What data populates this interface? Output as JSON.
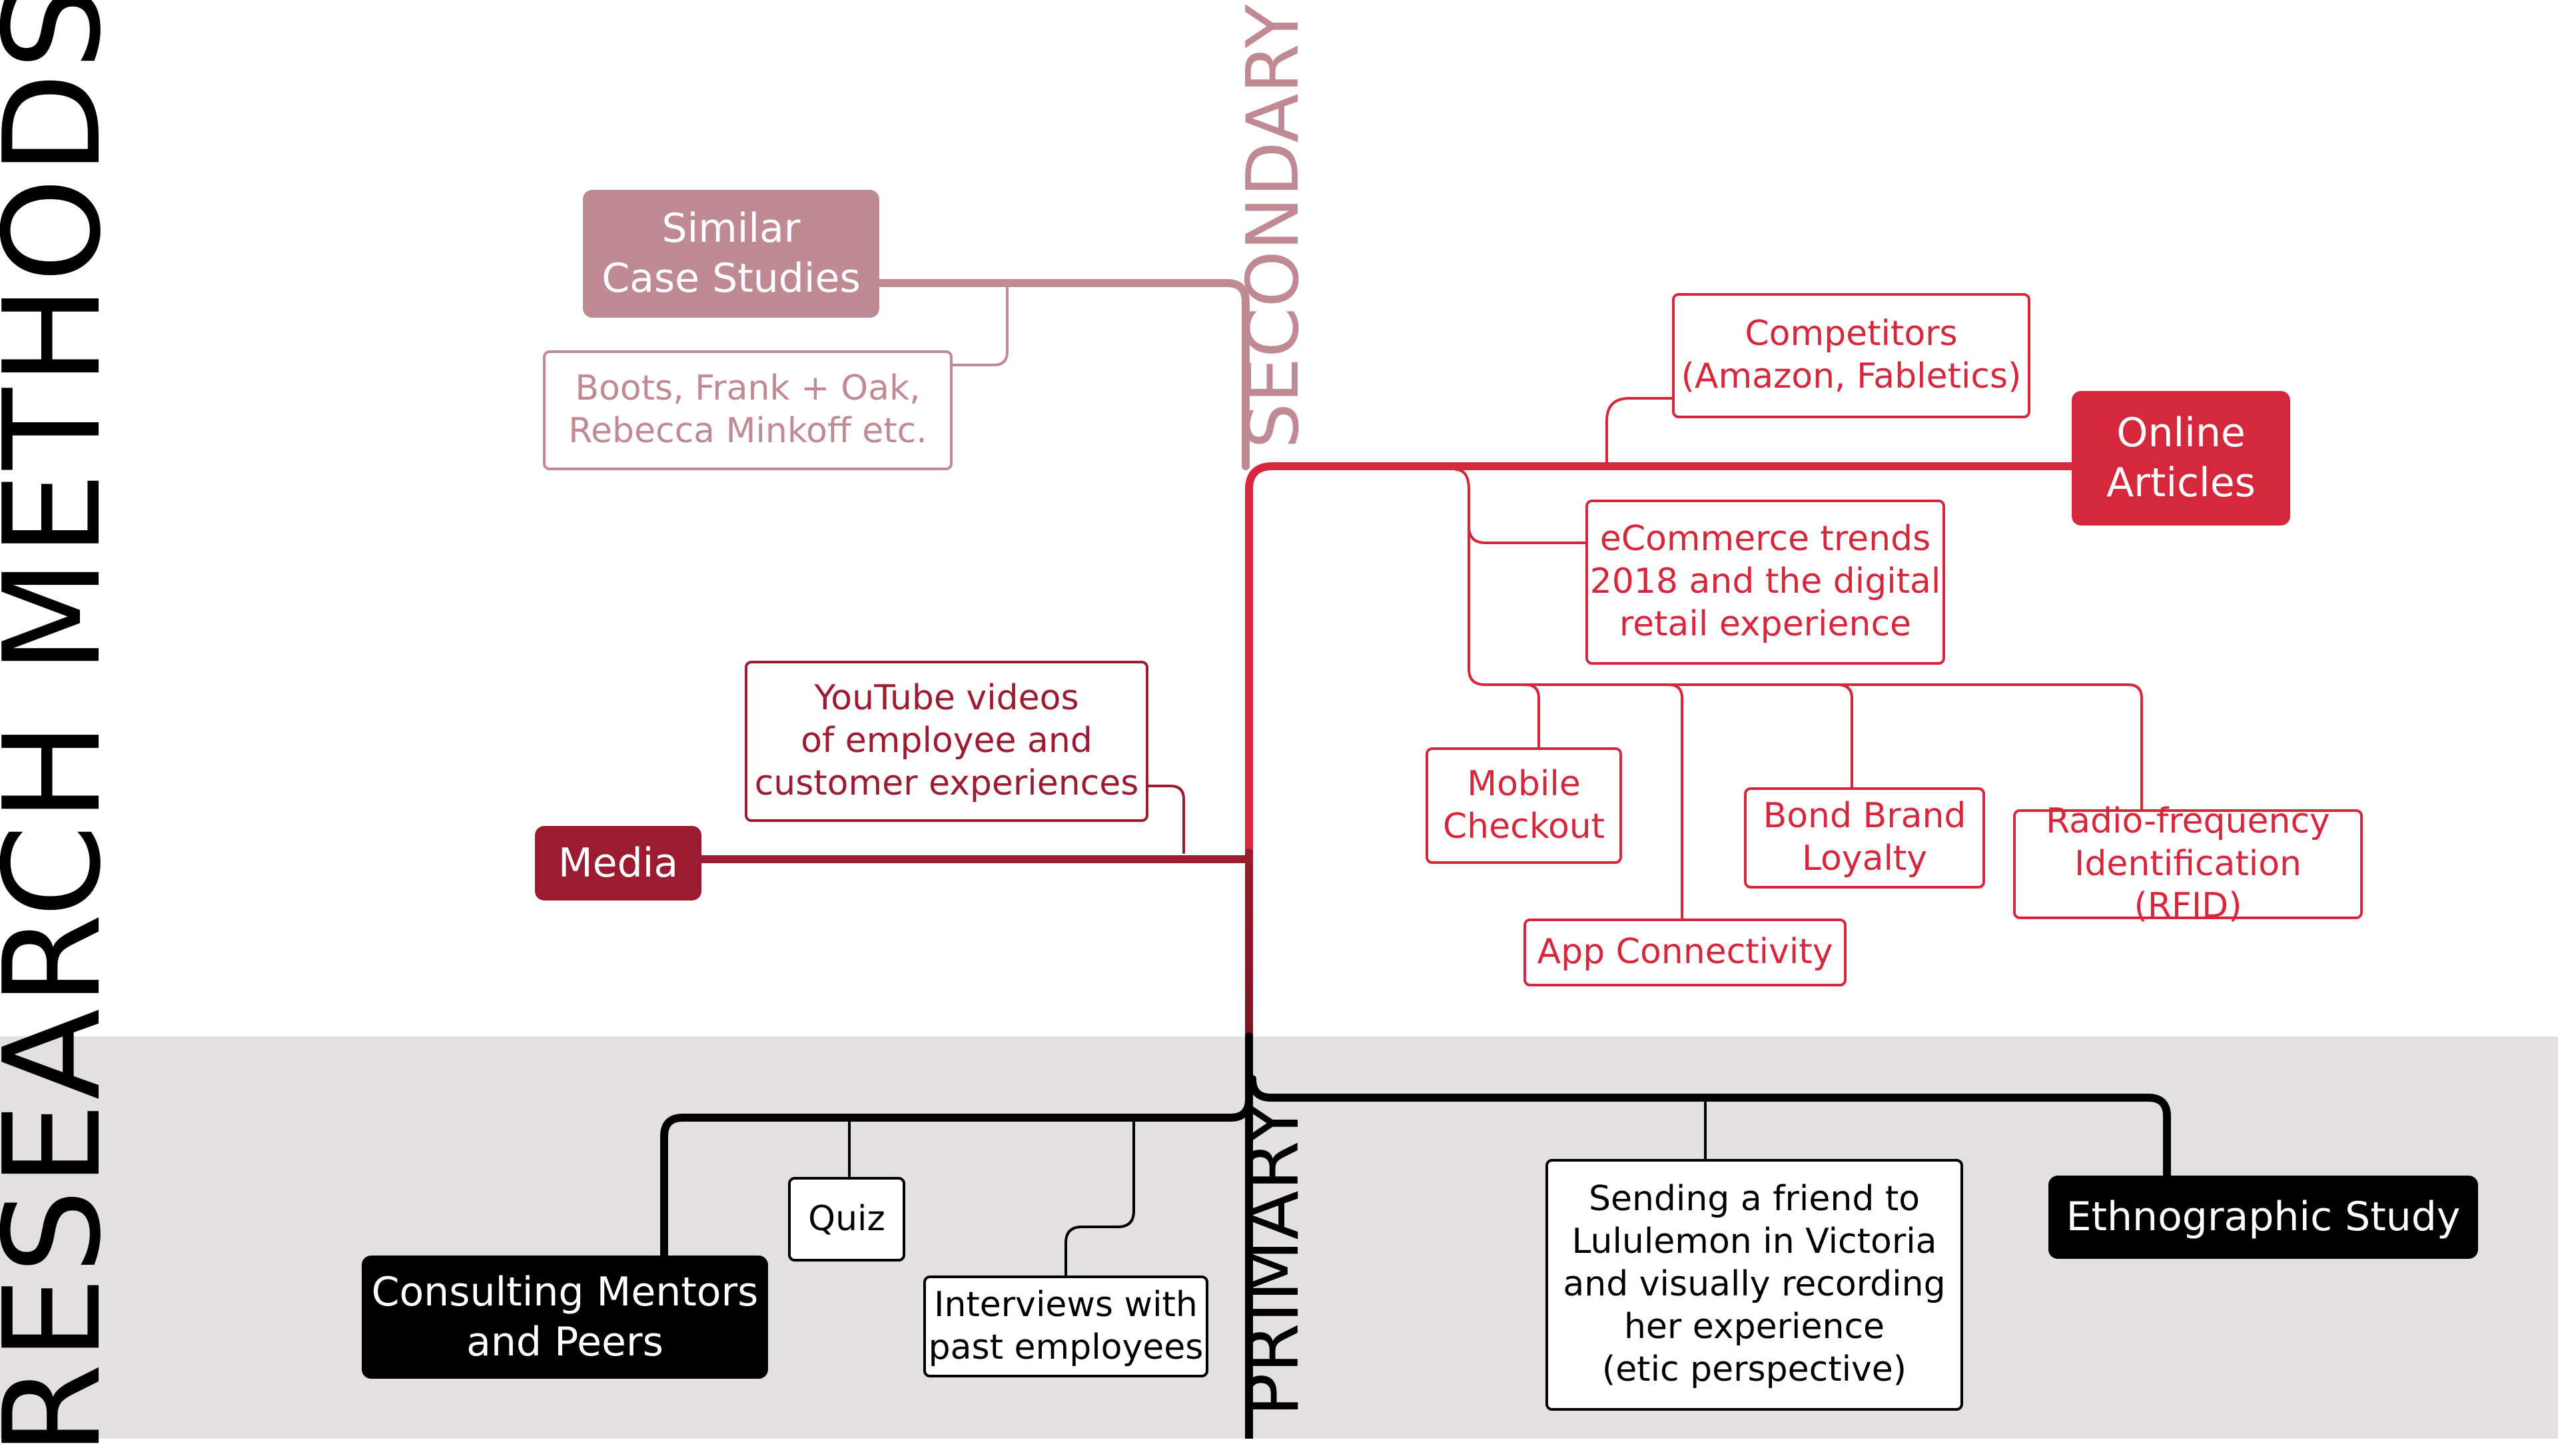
{
  "title": "RESEARCH METHODS",
  "axis_labels": {
    "secondary": "SECONDARY",
    "primary": "PRIMARY"
  },
  "colors": {
    "secondary_pink": "#c08a94",
    "online_red": "#d6283c",
    "media_dark_red": "#9b1b30",
    "primary_black": "#000000",
    "primary_band_gray": "#e3e0e1"
  },
  "nodes": {
    "similar_case_studies": "Similar\nCase Studies",
    "case_examples": "Boots, Frank + Oak,\nRebecca Minkoff etc.",
    "competitors": "Competitors\n(Amazon, Fabletics)",
    "online_articles": "Online\nArticles",
    "ecommerce_trends": "eCommerce trends\n2018 and the digital\nretail experience",
    "youtube_videos": "YouTube videos\nof employee and\ncustomer experiences",
    "media": "Media",
    "mobile_checkout": "Mobile\nCheckout",
    "bond_brand_loyalty": "Bond Brand\nLoyalty",
    "rfid": "Radio-frequency\nIdentification (RFID)",
    "app_connectivity": "App Connectivity",
    "quiz": "Quiz",
    "interviews": "Interviews with\npast employees",
    "consulting_mentors": "Consulting Mentors\nand Peers",
    "sending_friend": "Sending a friend to\nLululemon in Victoria\nand visually recording\nher experience\n(etic perspective)",
    "ethnographic_study": "Ethnographic Study"
  }
}
